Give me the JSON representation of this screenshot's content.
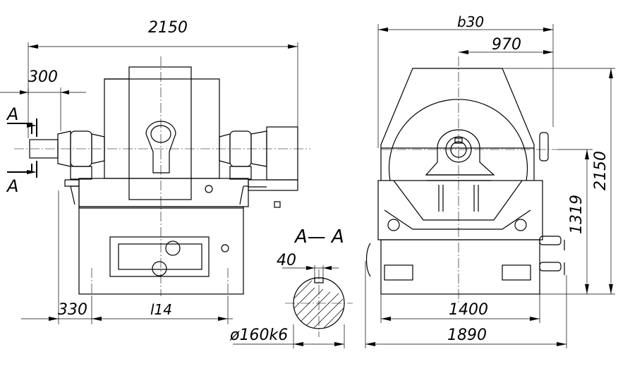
{
  "dimensions": {
    "overall_width_front": "2150",
    "shaft_extension": "300",
    "section_mark": "A",
    "base_offset": "330",
    "base_length": "l14",
    "section_title": "A— A",
    "key_width": "40",
    "shaft_diameter": "ø160k6",
    "side_width_top": "b30",
    "side_center_offset": "970",
    "side_height_total": "2150",
    "side_axis_height": "1319",
    "side_base_inner": "1400",
    "side_base_outer": "1890"
  }
}
